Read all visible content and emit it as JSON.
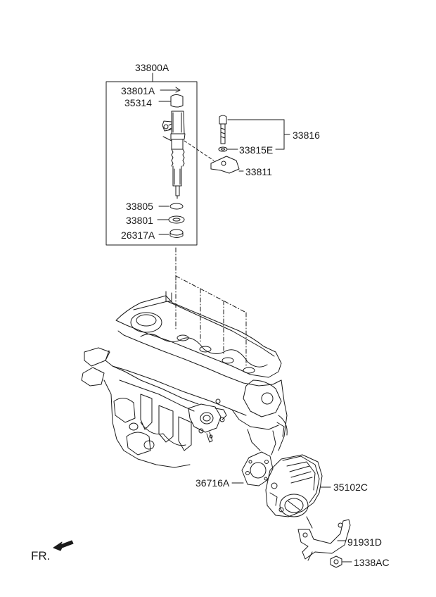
{
  "diagram": {
    "front_marker": "FR.",
    "parts": {
      "injector_assy": "33800A",
      "injector_clip": "33801A",
      "injector_cap": "35314",
      "o_ring": "33805",
      "washer": "33801",
      "seal": "26317A",
      "clamp_set": "33816",
      "bolt_washer": "33815E",
      "clamp": "33811",
      "gasket": "36716A",
      "throttle_body": "35102C",
      "bracket": "91931D",
      "nut": "1338AC"
    }
  },
  "colors": {
    "line": "#1a1a1a",
    "background": "#ffffff"
  }
}
